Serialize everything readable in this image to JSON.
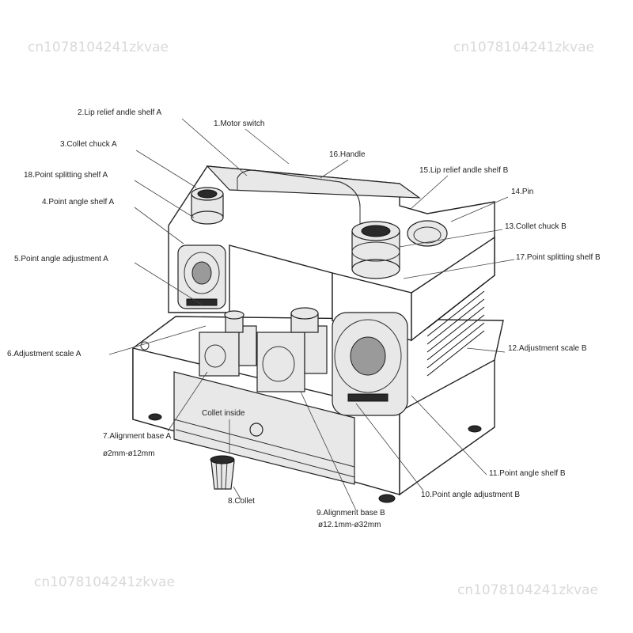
{
  "watermark": "cn1078104241zkvae",
  "labels": {
    "lip_relief_a": "2.Lip relief andle shelf A",
    "motor_switch": "1.Motor switch",
    "collet_chuck_a": "3.Collet chuck A",
    "handle": "16.Handle",
    "point_splitting_a": "18.Point splitting shelf A",
    "lip_relief_b": "15.Lip relief andle shelf B",
    "point_angle_a": "4.Point angle shelf A",
    "pin": "14.Pin",
    "collet_chuck_b": "13.Collet chuck B",
    "point_angle_adj_a": "5.Point angle adjustment A",
    "point_splitting_b": "17.Point splitting shelf B",
    "adj_scale_a": "6.Adjustment scale A",
    "adj_scale_b": "12.Adjustment scale B",
    "collet_inside": "Collet inside",
    "alignment_base_a": "7.Alignment base A",
    "range_a": "ø2mm-ø12mm",
    "point_angle_b": "11.Point angle shelf B",
    "point_angle_adj_b": "10.Point angle adjustment B",
    "collet": "8.Collet",
    "alignment_base_b": "9.Alignment base B",
    "range_b": "ø12.1mm-ø32mm"
  }
}
